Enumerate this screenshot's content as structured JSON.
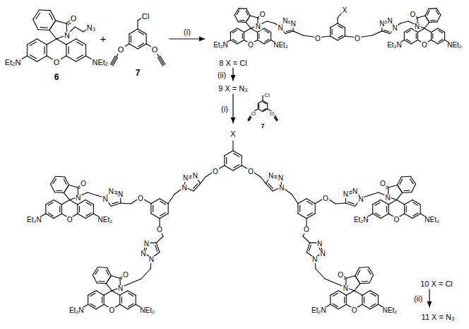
{
  "diagram": {
    "labels": [
      "O",
      "N",
      "O",
      "Et₂N",
      "NEt₂",
      "N₃",
      "6",
      "+",
      "Cl",
      "O",
      "O",
      "7",
      "(i)",
      "X",
      "O",
      "N",
      "N",
      "N",
      "O",
      "N",
      "O",
      "Et₂N",
      "NEt₂",
      "O",
      "N",
      "N",
      "N",
      "O",
      "N",
      "O",
      "Et₂N",
      "NEt₂",
      "8 X = Cl",
      "(ii)",
      "9 X = N₃",
      "(i)",
      "Cl",
      "O",
      "O",
      "7",
      "X",
      "O",
      "N",
      "N",
      "N",
      "O",
      "O",
      "N",
      "N",
      "N",
      "N",
      "N",
      "N",
      "O",
      "N",
      "O",
      "Et₂N",
      "NEt₂",
      "O",
      "N",
      "O",
      "Et₂N",
      "NEt₂",
      "O",
      "N",
      "N",
      "N",
      "O",
      "O",
      "N",
      "N",
      "N",
      "N",
      "N",
      "N",
      "O",
      "N",
      "O",
      "Et₂N",
      "NEt₂",
      "O",
      "N",
      "O",
      "Et₂N",
      "NEt₂",
      "10 X = Cl",
      "(ii)",
      "11 X = N₃"
    ]
  }
}
